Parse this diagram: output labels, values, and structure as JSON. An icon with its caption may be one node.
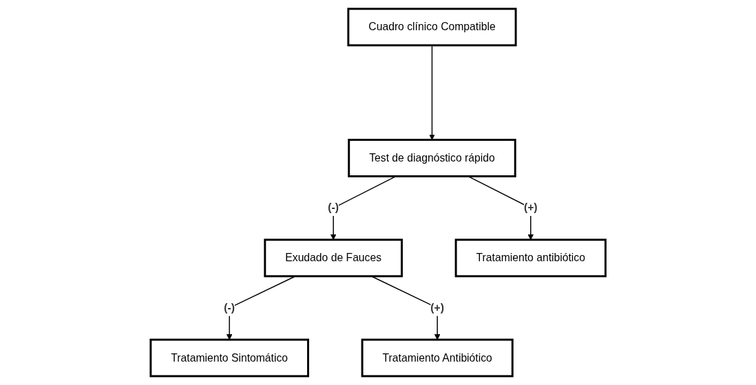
{
  "diagram": {
    "nodes": [
      {
        "text": [
          "Cuadro clínico Compatible"
        ]
      },
      {
        "text": [
          "Test de diagnóstico rápido"
        ]
      },
      {
        "text": [
          "Exudado de Fauces"
        ]
      },
      {
        "text": [
          "Tratamiento antibiótico"
        ]
      },
      {
        "text": [
          "Tratamiento Sintomático"
        ]
      },
      {
        "text": [
          "Tratamiento Antibiótico"
        ]
      }
    ],
    "edges": [
      {
        "from": 0,
        "to": 1,
        "arrow": "to"
      },
      {
        "from": 1,
        "to": 2,
        "arrow": "to",
        "label": "(-)"
      },
      {
        "from": 1,
        "to": 3,
        "arrow": "to",
        "label": "(+)"
      },
      {
        "from": 2,
        "to": 4,
        "arrow": "to",
        "label": "(-)"
      },
      {
        "from": 2,
        "to": 5,
        "arrow": "to",
        "label": "(+)"
      }
    ]
  }
}
